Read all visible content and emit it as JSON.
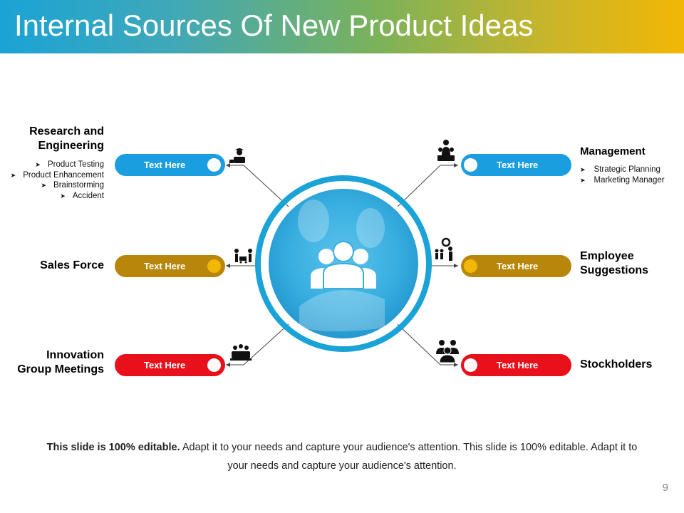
{
  "title": "Internal Sources Of New Product Ideas",
  "pill_text": "Text Here",
  "left": {
    "research": {
      "title_line1": "Research and",
      "title_line2": "Engineering",
      "bullets": [
        "Product Testing",
        "Product Enhancement",
        "Brainstorming",
        "Accident"
      ]
    },
    "sales": {
      "title": "Sales Force"
    },
    "innovation": {
      "title_line1": "Innovation",
      "title_line2": "Group Meetings"
    }
  },
  "right": {
    "management": {
      "title": "Management",
      "bullets": [
        "Strategic Planning",
        "Marketing Manager"
      ]
    },
    "employee": {
      "title_line1": "Employee",
      "title_line2": "Suggestions"
    },
    "stockholders": {
      "title": "Stockholders"
    }
  },
  "footer": {
    "bold": "This slide is 100% editable.",
    "line1_rest": " Adapt it to your needs and capture your audience's attention. This slide is 100% editable. Adapt it to",
    "line2": "your needs and capture your audience's attention."
  },
  "page_number": "9",
  "colors": {
    "blue": "#1b9ee0",
    "gold": "#b8860b",
    "red": "#e8101a",
    "ring": "#1aa3d6"
  },
  "icons": [
    "engineer-icon",
    "management-icon",
    "sales-icon",
    "employee-gear-icon",
    "meeting-icon",
    "stockholders-icon",
    "team-icon"
  ]
}
